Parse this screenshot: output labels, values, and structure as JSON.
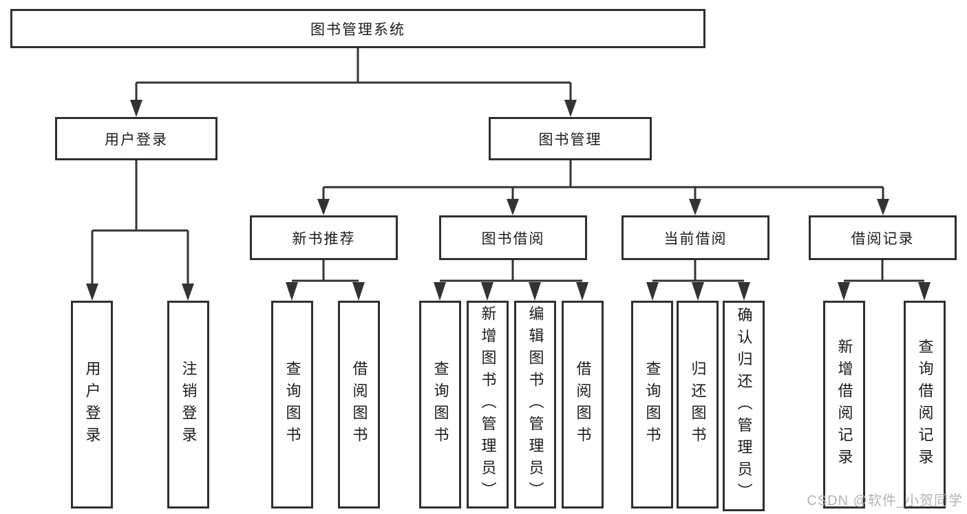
{
  "diagram": {
    "root": {
      "label": "图书管理系统"
    },
    "level2": [
      {
        "label": "用户登录"
      },
      {
        "label": "图书管理"
      }
    ],
    "level3": [
      {
        "label": "新书推荐",
        "parent": "图书管理"
      },
      {
        "label": "图书借阅",
        "parent": "图书管理"
      },
      {
        "label": "当前借阅",
        "parent": "图书管理"
      },
      {
        "label": "借阅记录",
        "parent": "图书管理"
      }
    ],
    "leaves": [
      {
        "label": "用户登录",
        "parent": "用户登录"
      },
      {
        "label": "注销登录",
        "parent": "用户登录"
      },
      {
        "label": "查询图书",
        "parent": "新书推荐"
      },
      {
        "label": "借阅图书",
        "parent": "新书推荐"
      },
      {
        "label": "查询图书",
        "parent": "图书借阅"
      },
      {
        "label": "新增图书（管理员）",
        "parent": "图书借阅"
      },
      {
        "label": "编辑图书（管理员）",
        "parent": "图书借阅"
      },
      {
        "label": "借阅图书",
        "parent": "图书借阅"
      },
      {
        "label": "查询图书",
        "parent": "当前借阅"
      },
      {
        "label": "归还图书",
        "parent": "当前借阅"
      },
      {
        "label": "确认归还（管理员）",
        "parent": "当前借阅"
      },
      {
        "label": "新增借阅记录",
        "parent": "借阅记录"
      },
      {
        "label": "查询借阅记录",
        "parent": "借阅记录"
      }
    ]
  },
  "watermark": {
    "text": "CSDN @软件_小贺同学"
  },
  "colors": {
    "line": "#333333",
    "box_border": "#2f2f2f",
    "box_fill": "#ffffff",
    "text": "#1c1c1c",
    "watermark": "#b2b2b2"
  }
}
